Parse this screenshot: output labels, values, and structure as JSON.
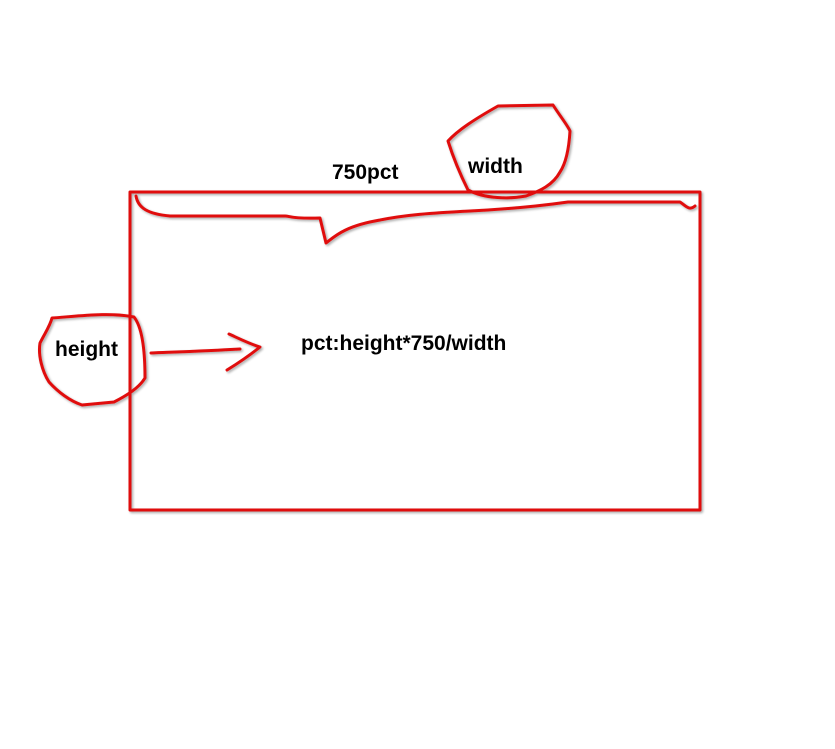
{
  "annotations": {
    "top_label": "750pct",
    "width_label": "width",
    "height_label": "height",
    "formula_label": "pct:height*750/width"
  },
  "colors": {
    "ink": "#e01010",
    "text": "#000000",
    "background": "#ffffff"
  }
}
